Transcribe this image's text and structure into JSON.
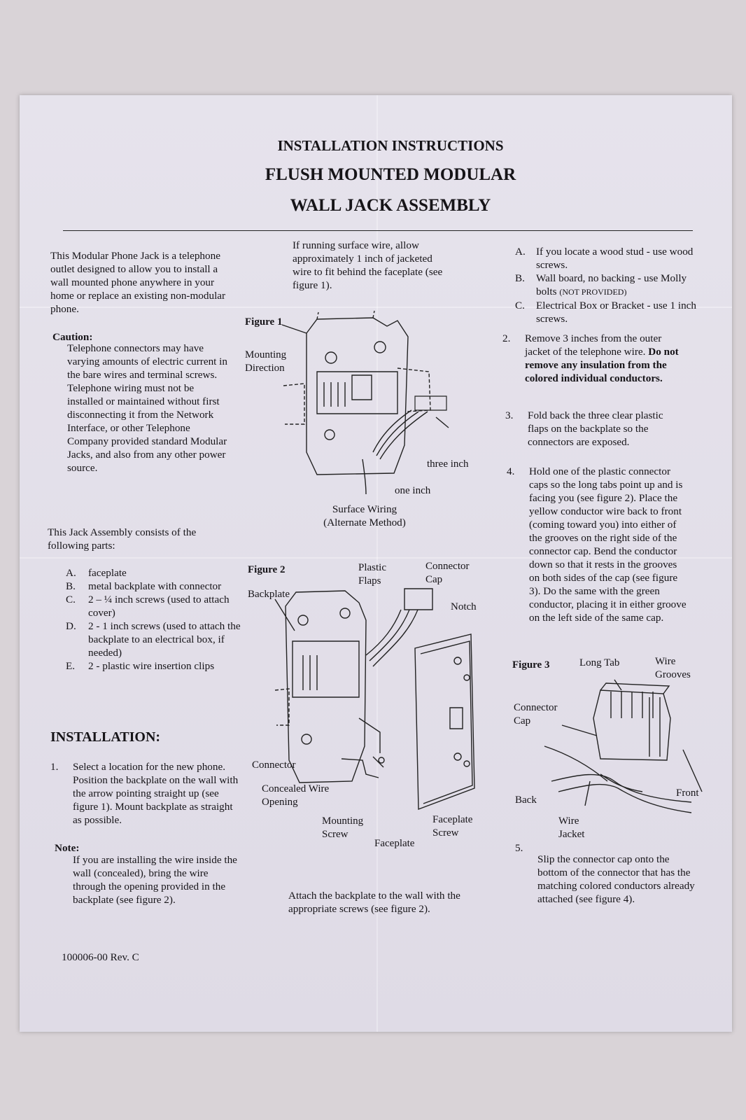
{
  "header": {
    "line1": "INSTALLATION INSTRUCTIONS",
    "line2": "FLUSH MOUNTED MODULAR",
    "line3": "WALL JACK ASSEMBLY"
  },
  "intro": "This Modular Phone Jack is a telephone outlet designed to allow you to install a wall mounted phone anywhere in your home or replace an existing non-modular phone.",
  "caution": {
    "label": "Caution:",
    "text": "Telephone connectors may have varying amounts of electric current in the bare wires and terminal screws. Telephone wiring must not be installed or maintained without first disconnecting it from the Network Interface, or other Telephone Company provided standard Modular Jacks, and also from any other power source."
  },
  "parts": {
    "intro": "This Jack Assembly consists of the following parts:",
    "items": [
      {
        "key": "A.",
        "text": "faceplate"
      },
      {
        "key": "B.",
        "text": "metal backplate with connector"
      },
      {
        "key": "C.",
        "text": "2 – ¼ inch screws (used to attach cover)"
      },
      {
        "key": "D.",
        "text": "2 - 1 inch screws (used to attach the backplate to an electrical box, if needed)"
      },
      {
        "key": "E.",
        "text": "2 - plastic wire insertion clips"
      }
    ]
  },
  "installation": {
    "heading": "INSTALLATION:",
    "step1_num": "1.",
    "step1": "Select a location for the new phone. Position the backplate on the wall with the arrow pointing straight up (see figure 1). Mount backplate as straight as possible.",
    "note_label": "Note:",
    "note": "If you are installing the wire inside the wall (concealed), bring the wire through the opening provided in the backplate (see figure 2)."
  },
  "doc_number": "100006-00 Rev. C",
  "middle": {
    "surface_text": "If running surface wire, allow approximately 1 inch of jacketed wire to fit behind the faceplate (see figure 1).",
    "fig1": {
      "label": "Figure 1",
      "mounting_direction": "Mounting Direction",
      "three_inch": "three inch",
      "one_inch": "one inch",
      "caption_line1": "Surface Wiring",
      "caption_line2": "(Alternate Method)"
    },
    "fig2": {
      "label": "Figure 2",
      "backplate": "Backplate",
      "plastic_flaps": "Plastic Flaps",
      "connector_cap": "Connector Cap",
      "notch": "Notch",
      "connector": "Connector",
      "concealed_wire_opening": "Concealed Wire Opening",
      "mounting_screw": "Mounting Screw",
      "faceplate": "Faceplate",
      "faceplate_screw": "Faceplate Screw"
    },
    "attach_text": "Attach the backplate to the wall with the appropriate screws (see figure 2)."
  },
  "right": {
    "mount_options": [
      {
        "key": "A.",
        "text": "If you locate a wood stud - use wood screws."
      },
      {
        "key": "B.",
        "text": "Wall board, no backing - use Molly bolts",
        "small": "(NOT PROVIDED)"
      },
      {
        "key": "C.",
        "text": "Electrical Box or Bracket - use 1 inch screws."
      }
    ],
    "step2_num": "2.",
    "step2_plain": "Remove 3 inches from the outer jacket of the telephone wire.",
    "step2_bold": "Do not remove any insulation from the colored individual conductors.",
    "step3_num": "3.",
    "step3": "Fold back the three clear plastic flaps on the backplate so the connectors are exposed.",
    "step4_num": "4.",
    "step4": "Hold one of the plastic connector caps so the long tabs point up and is facing you (see figure 2). Place the yellow conductor wire back to front (coming toward you) into either of the grooves on the right side of the connector cap. Bend the conductor down so that it rests in the grooves on both sides of the cap (see figure 3). Do the same with the green conductor, placing it in either groove on the left side of the same cap.",
    "fig3": {
      "label": "Figure 3",
      "long_tab": "Long Tab",
      "wire_grooves": "Wire Grooves",
      "connector_cap": "Connector Cap",
      "back": "Back",
      "front": "Front",
      "wire_jacket": "Wire Jacket"
    },
    "step5_num": "5.",
    "step5": "Slip the connector cap onto the bottom of the connector that has the matching colored conductors already attached (see figure 4)."
  }
}
